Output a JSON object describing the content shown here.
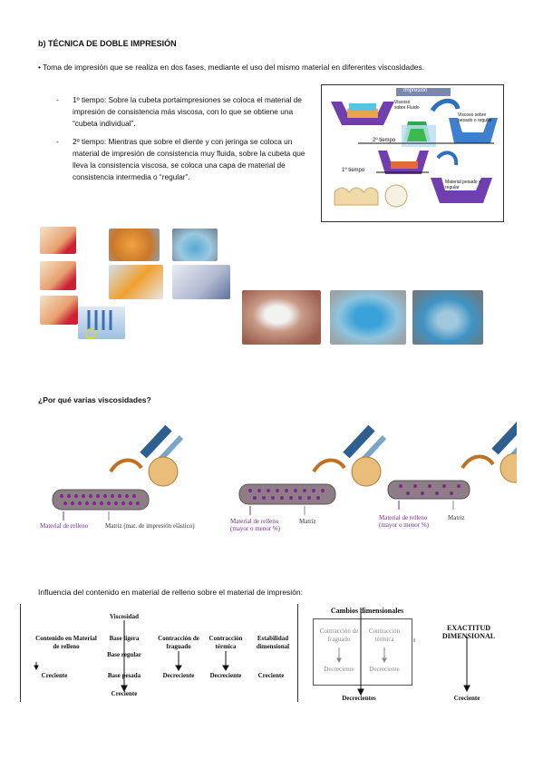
{
  "heading": "b) TÉCNICA DE DOBLE IMPRESIÓN",
  "intro": "• Toma de impresión que se realiza en dos fases, mediante el uso del mismo material en diferentes viscosidades.",
  "steps": [
    {
      "dash": "-",
      "text": "1º tiempo: Sobre la cubeta portaimpresiones se coloca el material de impresión de consistencia más viscosa, con lo que se obtiene una “cubeta individual”."
    },
    {
      "dash": "-",
      "text": "2º tiempo: Mientras que sobre el diente y con jeringa se coloca un material de impresión de consistencia muy fluida, sobre la cubeta que lleva la consistencia viscosa, se coloca una capa de material de consistencia intermedia o “regular”."
    }
  ],
  "diagram": {
    "banner": "Impresión",
    "label_viscous": "Viscoso sobre Fluido",
    "label_second": "2º tiempo",
    "label_first": "1º tiempo",
    "label_right_top": "Viscoso sobre pesado o regular",
    "label_right_bottom": "Material pesado o regular"
  },
  "question": "¿Por qué varias viscosidades?",
  "filler_captions": [
    {
      "filler": "Material de relleno",
      "matrix": "Matriz (mat. de impresión elástico)"
    },
    {
      "filler": "Material de relleno (mayor o menor %)",
      "matrix": "Matriz"
    },
    {
      "filler": "Material de relleno (mayor o menor %)",
      "matrix": "Matriz"
    }
  ],
  "influence_title": "Influencia del contenido en material de relleno sobre el material de impresión:",
  "table": {
    "viscosidad": "Viscosidad",
    "contenido": "Contenido en Material de relleno",
    "creciente": "Creciente",
    "base_ligera": "Base ligera",
    "base_regular": "Base regular",
    "base_pesada": "Base pesada",
    "creciente_bottom": "Creciente",
    "contraccion_fraguado": "Contracción de fraguado",
    "contraccion_termica": "Contracción térmica",
    "estabilidad": "Estabilidad dimensional",
    "decreciente1": "Decreciente",
    "decreciente2": "Decreciente",
    "creciente3": "Creciente"
  },
  "table2": {
    "cambios": "Cambios dimensionales",
    "contraccion_fraguado": "Contracción de fraguado",
    "contraccion_termica": "Contracción térmica",
    "decreciente1": "Decreciente",
    "decreciente2": "Decreciente",
    "decrecientes": "Decrecientes",
    "exactitud": "EXACTITUD DIMENSIONAL",
    "creciente": "Creciente"
  },
  "colors": {
    "purple": "#7a2a8c",
    "frame": "#333333",
    "blue_tray": "#3f7fd0"
  }
}
